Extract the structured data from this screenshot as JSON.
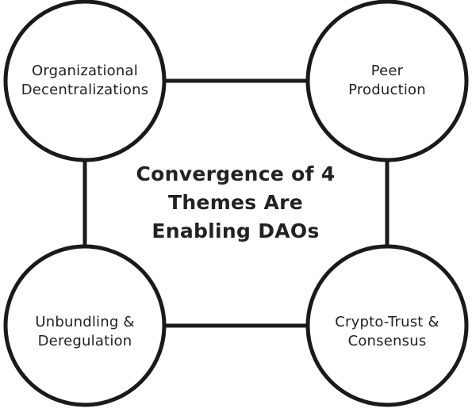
{
  "center_title": {
    "lines": [
      "Convergence of 4",
      "Themes Are",
      "Enabling DAOs"
    ]
  },
  "nodes": [
    {
      "id": "organizational-decentralizations",
      "lines": [
        "Organizational",
        "Decentralizations"
      ]
    },
    {
      "id": "peer-production",
      "lines": [
        "Peer",
        "Production"
      ]
    },
    {
      "id": "unbundling-deregulation",
      "lines": [
        "Unbundling &",
        "Deregulation"
      ]
    },
    {
      "id": "crypto-trust-consensus",
      "lines": [
        "Crypto-Trust &",
        "Consensus"
      ]
    }
  ],
  "edges": [
    {
      "from": "organizational-decentralizations",
      "to": "peer-production"
    },
    {
      "from": "organizational-decentralizations",
      "to": "unbundling-deregulation"
    },
    {
      "from": "peer-production",
      "to": "crypto-trust-consensus"
    },
    {
      "from": "unbundling-deregulation",
      "to": "crypto-trust-consensus"
    }
  ],
  "colors": {
    "stroke": "#1a1a1a",
    "text": "#222222",
    "background": "#ffffff"
  }
}
